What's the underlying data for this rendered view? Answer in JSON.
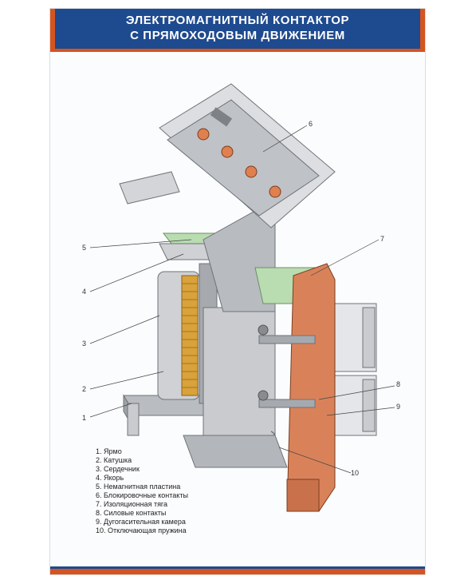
{
  "title": {
    "line1": "ЭЛЕКТРОМАГНИТНЫЙ КОНТАКТОР",
    "line2": "С ПРЯМОХОДОВЫМ ДВИЖЕНИЕМ"
  },
  "callouts": [
    "1",
    "2",
    "3",
    "4",
    "5",
    "6",
    "7",
    "8",
    "9",
    "10"
  ],
  "legend": [
    "1. Ярмо",
    "2. Катушка",
    "3. Сердечник",
    "4. Якорь",
    "5. Немагнитная пластина",
    "6. Блокировочные контакты",
    "7. Изоляционная тяга",
    "8. Силовые контакты",
    "9. Дугогасительная камера",
    "10. Отключающая пружина"
  ],
  "colors": {
    "banner": "#1e4a8f",
    "accent": "#d6541f",
    "metal": "#c9cbcf",
    "insulation": "#d9825a",
    "plate": "#b9dcb0",
    "coil": "#d9a23a"
  }
}
